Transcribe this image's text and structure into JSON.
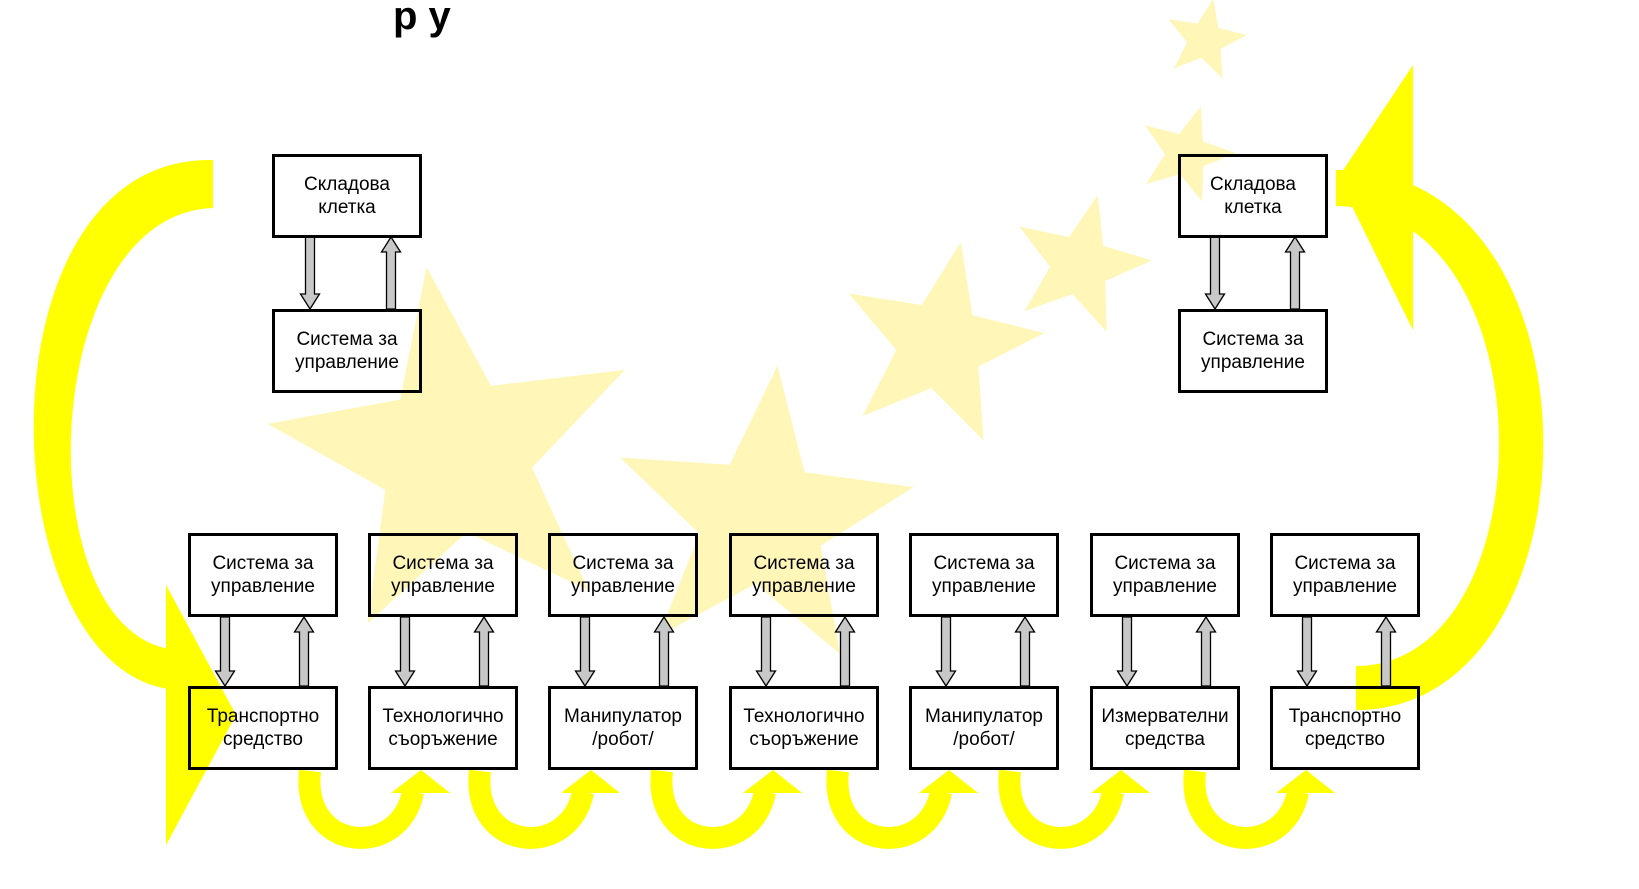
{
  "title": "р                                      у",
  "colors": {
    "flow_arrow": "#ffff00",
    "watermark_star": "#fff3a0",
    "link_arrow_fill": "#c8c8c8",
    "box_border": "#000000"
  },
  "storage": [
    {
      "top": "Складова\nклетка",
      "control": "Система за\nуправление"
    },
    {
      "top": "Складова\nклетка",
      "control": "Система за\nуправление"
    }
  ],
  "units": [
    {
      "control": "Система за\nуправление",
      "device": "Транспортно\nсредство"
    },
    {
      "control": "Система за\nуправление",
      "device": "Технологично\nсъоръжение"
    },
    {
      "control": "Система за\nуправление",
      "device": "Манипулатор\n/робот/"
    },
    {
      "control": "Система за\nуправление",
      "device": "Технологично\nсъоръжение"
    },
    {
      "control": "Система за\nуправление",
      "device": "Манипулатор\n/робот/"
    },
    {
      "control": "Система за\nуправление",
      "device": "Измервателни\nсредства"
    },
    {
      "control": "Система за\nуправление",
      "device": "Транспортно\nсредство"
    }
  ]
}
